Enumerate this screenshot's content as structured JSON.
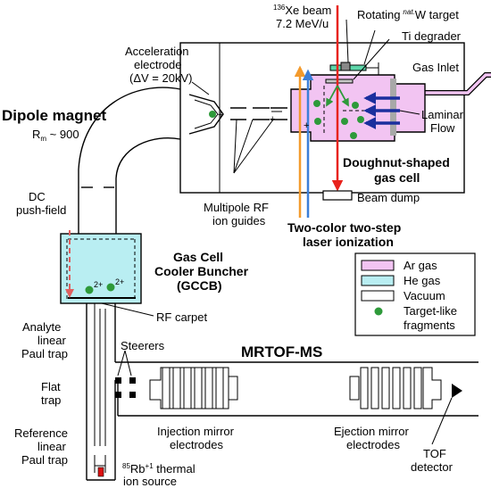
{
  "labels": {
    "xe_sup": "136",
    "xe_beam": "Xe beam",
    "xe_energy": "7.2 MeV/u",
    "rotating_target": "Rotating",
    "rotating_sup": "nat.",
    "rotating_w": "W target",
    "ti_degrader": "Ti degrader",
    "gas_inlet": "Gas Inlet",
    "accel_1": "Acceleration",
    "accel_2": "electrode",
    "accel_3": "(ΔV = 20kV)",
    "dipole_magnet": "Dipole magnet",
    "rm": "R",
    "rm_sub": "m",
    "rm_value": " ~ 900",
    "laminar_1": "Laminar",
    "laminar_2": "Flow",
    "doughnut_1": "Doughnut-shaped",
    "doughnut_2": "gas cell",
    "beam_dump": "Beam dump",
    "dc_1": "DC",
    "dc_2": "push-field",
    "multipole_1": "Multipole RF",
    "multipole_2": "ion guides",
    "laser_1": "Two-color two-step",
    "laser_2": "laser ionization",
    "gccb_1": "Gas Cell",
    "gccb_2": "Cooler Buncher",
    "gccb_3": "(GCCB)",
    "charge_a": "2+",
    "charge_b": "2+",
    "rf_carpet": "RF carpet",
    "analyte_1": "Analyte",
    "analyte_2": "linear",
    "analyte_3": "Paul trap",
    "flat_1": "Flat",
    "flat_2": "trap",
    "reference_1": "Reference",
    "reference_2": "linear",
    "reference_3": "Paul trap",
    "steerers": "Steerers",
    "mrtof": "MRTOF-MS",
    "injection_1": "Injection mirror",
    "injection_2": "electrodes",
    "ejection_1": "Ejection mirror",
    "ejection_2": "electrodes",
    "tof_1": "TOF",
    "tof_2": "detector",
    "rb_sup": "85",
    "rb": "Rb",
    "rb_charge": "+1",
    "rb_thermal": " thermal",
    "ion_source": "ion source"
  },
  "legend": [
    {
      "label": "Ar gas",
      "swatch": "box",
      "color": "#f2c4f2"
    },
    {
      "label": "He gas",
      "swatch": "box",
      "color": "#b9eef2"
    },
    {
      "label": "Vacuum",
      "swatch": "box",
      "color": "#ffffff"
    },
    {
      "label": "Target-like",
      "label2": "fragments",
      "swatch": "dot",
      "color": "#2e9a3a"
    }
  ],
  "colors": {
    "ar_gas": "#f2c4f2",
    "he_gas": "#b9eef2",
    "fragment": "#2e9a3a",
    "beam_red": "#e8231d",
    "laser_orange": "#f39a2c",
    "laser_blue": "#3c7fd8",
    "flow_arrow": "#1b2f9e",
    "degrader": "#5dd6a9"
  }
}
